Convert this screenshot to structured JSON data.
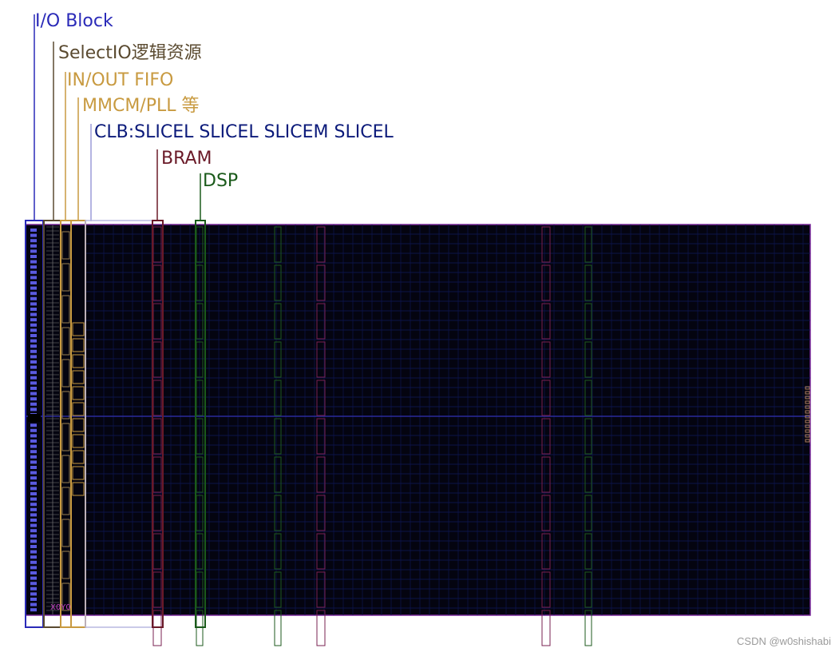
{
  "labels": {
    "io_block": "I/O Block",
    "selectio": "SelectIO逻辑资源",
    "fifo": "IN/OUT FIFO",
    "mmcm": "MMCM/PLL 等",
    "clb": "CLB:SLICEL SLICEL SLICEM SLICEL",
    "bram": "BRAM",
    "dsp": "DSP"
  },
  "device_region_label": "X0Y0",
  "watermark": "CSDN @w0shishabi",
  "colors": {
    "io_block": "#2a2ab8",
    "selectio": "#5a4a30",
    "fifo": "#c89a40",
    "mmcm": "#c89a40",
    "clb": "#0b1a7a",
    "bram": "#6a1a28",
    "dsp": "#1a5a1a",
    "fabric_bg": "#040410",
    "fabric_border": "#7a2a9a"
  }
}
